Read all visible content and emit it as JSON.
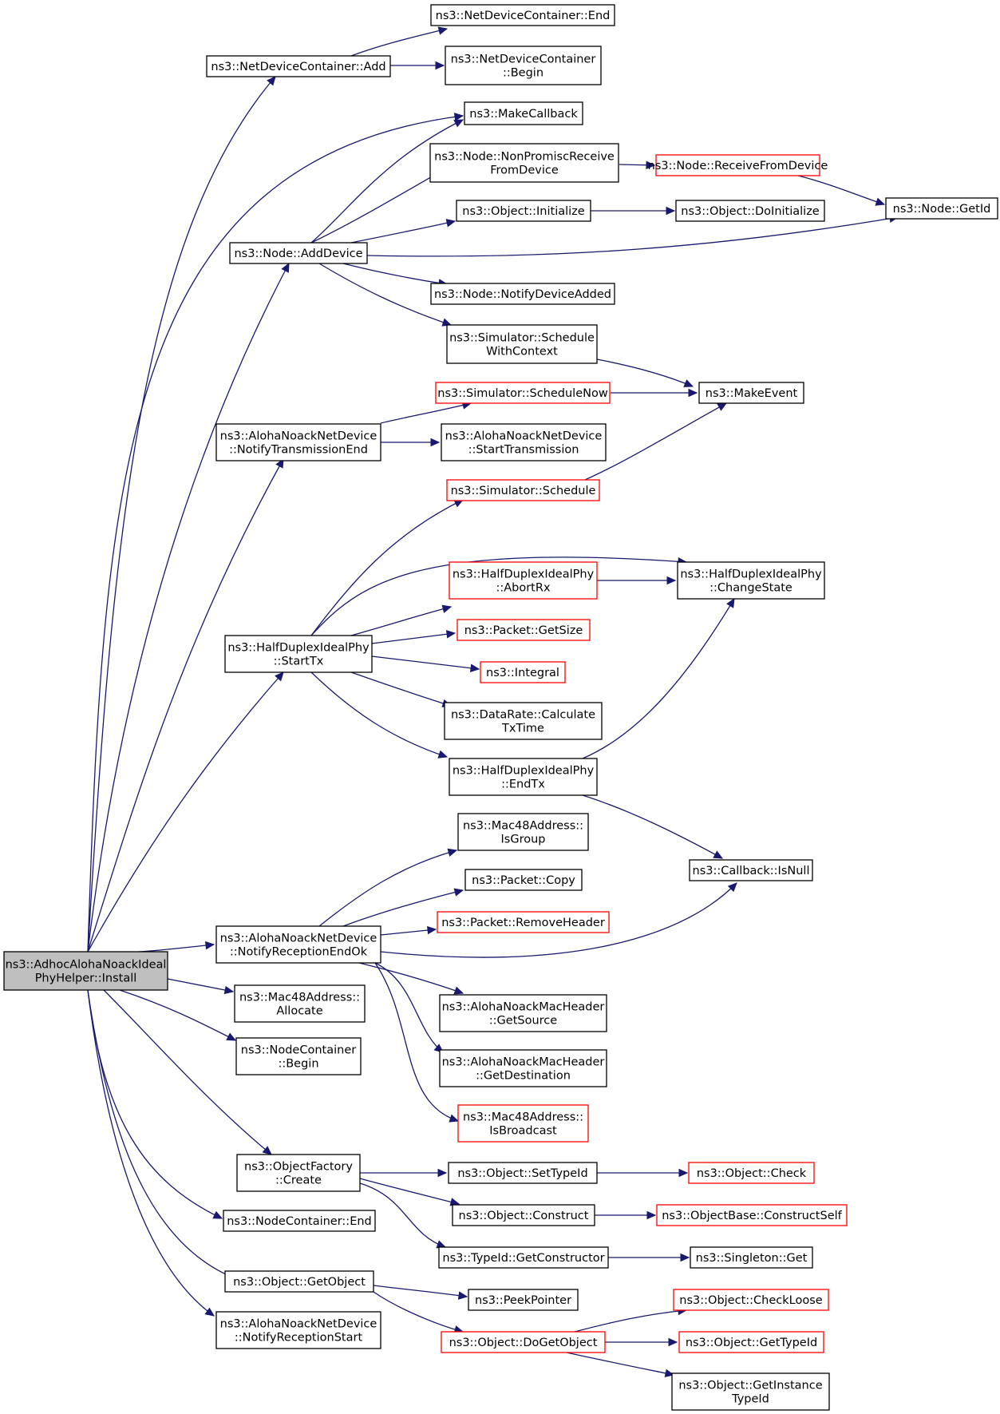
{
  "nodes": {
    "root": [
      "ns3::AdhocAlohaNoackIdeal",
      "PhyHelper::Install"
    ],
    "ndc_add": [
      "ns3::NetDeviceContainer::Add"
    ],
    "ndc_end": [
      "ns3::NetDeviceContainer::End"
    ],
    "ndc_begin": [
      "ns3::NetDeviceContainer",
      "::Begin"
    ],
    "makecallback": [
      "ns3::MakeCallback"
    ],
    "node_nonpromisc": [
      "ns3::Node::NonPromiscReceive",
      "FromDevice"
    ],
    "node_receive": [
      "ns3::Node::ReceiveFromDevice"
    ],
    "node_getid": [
      "ns3::Node::GetId"
    ],
    "obj_initialize": [
      "ns3::Object::Initialize"
    ],
    "obj_doinitialize": [
      "ns3::Object::DoInitialize"
    ],
    "node_adddevice": [
      "ns3::Node::AddDevice"
    ],
    "node_notify": [
      "ns3::Node::NotifyDeviceAdded"
    ],
    "sim_swc": [
      "ns3::Simulator::Schedule",
      "WithContext"
    ],
    "sim_now": [
      "ns3::Simulator::ScheduleNow"
    ],
    "makeevent": [
      "ns3::MakeEvent"
    ],
    "aloha_notifytxend": [
      "ns3::AlohaNoackNetDevice",
      "::NotifyTransmissionEnd"
    ],
    "aloha_starttx": [
      "ns3::AlohaNoackNetDevice",
      "::StartTransmission"
    ],
    "sim_schedule": [
      "ns3::Simulator::Schedule"
    ],
    "hd_abortrx": [
      "ns3::HalfDuplexIdealPhy",
      "::AbortRx"
    ],
    "hd_changestate": [
      "ns3::HalfDuplexIdealPhy",
      "::ChangeState"
    ],
    "packet_getsize": [
      "ns3::Packet::GetSize"
    ],
    "hd_starttx": [
      "ns3::HalfDuplexIdealPhy",
      "::StartTx"
    ],
    "integral": [
      "ns3::Integral"
    ],
    "datarate": [
      "ns3::DataRate::Calculate",
      "TxTime"
    ],
    "hd_endtx": [
      "ns3::HalfDuplexIdealPhy",
      "::EndTx"
    ],
    "mac_isgroup": [
      "ns3::Mac48Address::",
      "IsGroup"
    ],
    "cb_isnull": [
      "ns3::Callback::IsNull"
    ],
    "packet_copy": [
      "ns3::Packet::Copy"
    ],
    "packet_removeheader": [
      "ns3::Packet::RemoveHeader"
    ],
    "aloha_rxendok": [
      "ns3::AlohaNoackNetDevice",
      "::NotifyReceptionEndOk"
    ],
    "mac_allocate": [
      "ns3::Mac48Address::",
      "Allocate"
    ],
    "hdr_getsource": [
      "ns3::AlohaNoackMacHeader",
      "::GetSource"
    ],
    "nc_begin": [
      "ns3::NodeContainer",
      "::Begin"
    ],
    "hdr_getdest": [
      "ns3::AlohaNoackMacHeader",
      "::GetDestination"
    ],
    "mac_isbroadcast": [
      "ns3::Mac48Address::",
      "IsBroadcast"
    ],
    "objfactory_create": [
      "ns3::ObjectFactory",
      "::Create"
    ],
    "obj_settypeid": [
      "ns3::Object::SetTypeId"
    ],
    "obj_check": [
      "ns3::Object::Check"
    ],
    "nc_end": [
      "ns3::NodeContainer::End"
    ],
    "obj_construct": [
      "ns3::Object::Construct"
    ],
    "objbase_constructself": [
      "ns3::ObjectBase::ConstructSelf"
    ],
    "typeid_getctor": [
      "ns3::TypeId::GetConstructor"
    ],
    "singleton_get": [
      "ns3::Singleton::Get"
    ],
    "obj_getobject": [
      "ns3::Object::GetObject"
    ],
    "peekpointer": [
      "ns3::PeekPointer"
    ],
    "obj_checkloose": [
      "ns3::Object::CheckLoose"
    ],
    "obj_dogetobject": [
      "ns3::Object::DoGetObject"
    ],
    "obj_gettypeid": [
      "ns3::Object::GetTypeId"
    ],
    "aloha_rxstart": [
      "ns3::AlohaNoackNetDevice",
      "::NotifyReceptionStart"
    ],
    "obj_getinstance": [
      "ns3::Object::GetInstance",
      "TypeId"
    ]
  },
  "colors": {
    "edge": "#191970",
    "border": "#000000",
    "border_highlight": "#ff0000",
    "root_fill": "#bfbfbf"
  }
}
